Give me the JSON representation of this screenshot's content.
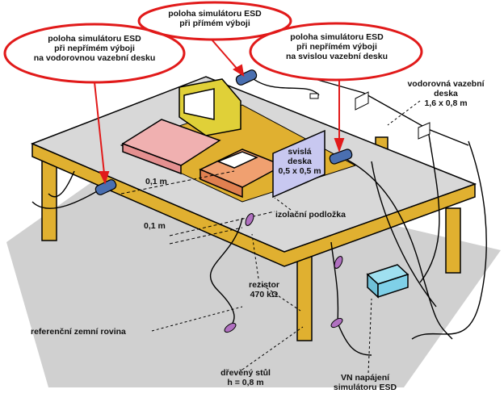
{
  "colors": {
    "callout_border": "#e11a1a",
    "table_top": "#d8d8d8",
    "table_wood": "#e0b030",
    "ground_plane": "#d0d0d0",
    "simulator": "#4a6fb0",
    "resistor": "#b070c0",
    "vertical_plate": "#c8c8f0",
    "monitor": "#e0d038",
    "printer": "#f0b0b0",
    "box": "#f0a070"
  },
  "callouts": {
    "left": {
      "lines": [
        "poloha simulátoru ESD",
        "při nepřímém výboji",
        "na vodorovnou vazební desku"
      ]
    },
    "middle": {
      "lines": [
        "poloha simulátoru ESD",
        "při přímém výboji"
      ]
    },
    "right": {
      "lines": [
        "poloha simulátoru ESD",
        "při nepřímém výboji",
        "na svislou vazební desku"
      ]
    }
  },
  "labels": {
    "horizontal_plate": [
      "vodorovná vazební",
      "deska",
      "1,6 x 0,8 m"
    ],
    "vertical_plate": [
      "svislá",
      "deska",
      "0,5 x 0,5 m"
    ],
    "dim_top": "0,1 m",
    "dim_bottom": "0,1 m",
    "insulating_pad": "izolační podložka",
    "resistor": [
      "rezistor",
      "470 kΩ"
    ],
    "reference_ground": "referenční zemní rovina",
    "wooden_table": [
      "dřevěný stůl",
      "h = 0,8 m"
    ],
    "hv_supply": [
      "VN napájení",
      "simulátoru ESD"
    ]
  }
}
